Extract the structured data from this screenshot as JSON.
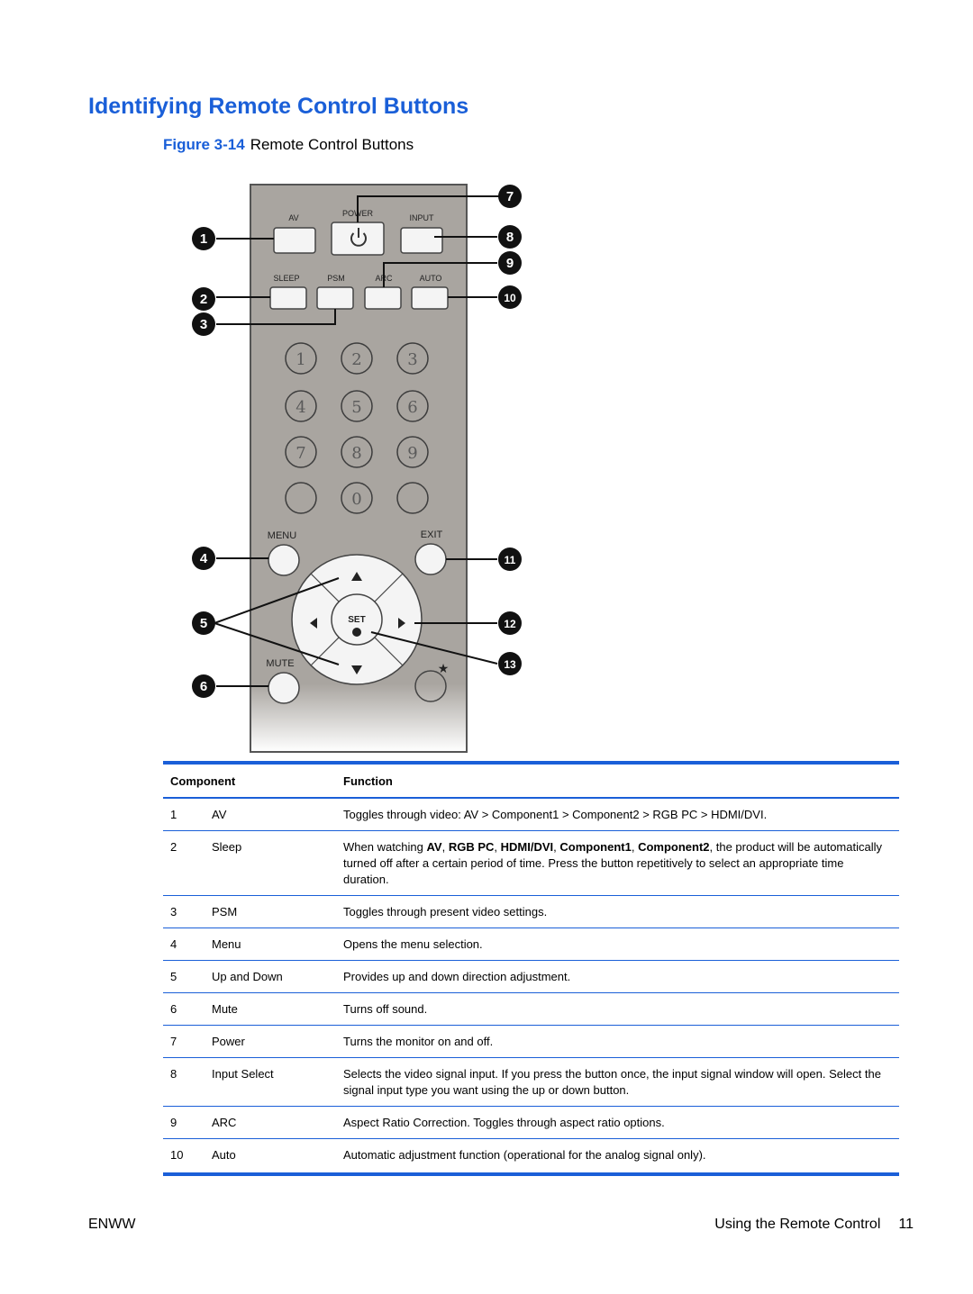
{
  "heading": "Identifying Remote Control Buttons",
  "caption": {
    "figure_label": "Figure 3-14",
    "title": "Remote Control Buttons"
  },
  "remote": {
    "labels": {
      "av": "AV",
      "power": "POWER",
      "input": "INPUT",
      "sleep": "SLEEP",
      "psm": "PSM",
      "arc": "ARC",
      "auto": "AUTO",
      "menu": "MENU",
      "exit": "EXIT",
      "mute": "MUTE",
      "set": "SET",
      "star": "★"
    },
    "digits": [
      "1",
      "2",
      "3",
      "4",
      "5",
      "6",
      "7",
      "8",
      "9",
      "",
      "0",
      ""
    ],
    "callouts": [
      "1",
      "2",
      "3",
      "4",
      "5",
      "6",
      "7",
      "8",
      "9",
      "10",
      "11",
      "12",
      "13"
    ]
  },
  "table": {
    "headers": {
      "component": "Component",
      "function": "Function"
    },
    "rows": [
      {
        "num": "1",
        "name": "AV",
        "func": [
          {
            "t": "Toggles through video: AV > Component1 > Component2 > RGB PC > HDMI/DVI."
          }
        ]
      },
      {
        "num": "2",
        "name": "Sleep",
        "func": [
          {
            "t": "When watching "
          },
          {
            "t": "AV",
            "b": true
          },
          {
            "t": ", "
          },
          {
            "t": "RGB PC",
            "b": true
          },
          {
            "t": ", "
          },
          {
            "t": "HDMI/DVI",
            "b": true
          },
          {
            "t": ", "
          },
          {
            "t": "Component1",
            "b": true
          },
          {
            "t": ", "
          },
          {
            "t": "Component2",
            "b": true
          },
          {
            "t": ", the product will be automatically turned off after a certain period of time. Press the button repetitively to select an appropriate time duration."
          }
        ]
      },
      {
        "num": "3",
        "name": "PSM",
        "func": [
          {
            "t": "Toggles through present video settings."
          }
        ]
      },
      {
        "num": "4",
        "name": "Menu",
        "func": [
          {
            "t": "Opens the menu selection."
          }
        ]
      },
      {
        "num": "5",
        "name": "Up and Down",
        "func": [
          {
            "t": "Provides up and down direction adjustment."
          }
        ]
      },
      {
        "num": "6",
        "name": "Mute",
        "func": [
          {
            "t": "Turns off sound."
          }
        ]
      },
      {
        "num": "7",
        "name": "Power",
        "func": [
          {
            "t": "Turns the monitor on and off."
          }
        ]
      },
      {
        "num": "8",
        "name": "Input Select",
        "func": [
          {
            "t": "Selects the video signal input. If you press the button once, the input signal window will open. Select the signal input type you want using the up or down button."
          }
        ]
      },
      {
        "num": "9",
        "name": "ARC",
        "func": [
          {
            "t": "Aspect Ratio Correction. Toggles through aspect ratio options."
          }
        ]
      },
      {
        "num": "10",
        "name": "Auto",
        "func": [
          {
            "t": "Automatic adjustment function (operational for the analog signal only)."
          }
        ]
      }
    ]
  },
  "footer": {
    "left": "ENWW",
    "section": "Using the Remote Control",
    "page": "11"
  },
  "colors": {
    "accent": "#1a5fd8",
    "remote_body": "#a9a5a0",
    "button_fill": "#f4f4f4"
  }
}
